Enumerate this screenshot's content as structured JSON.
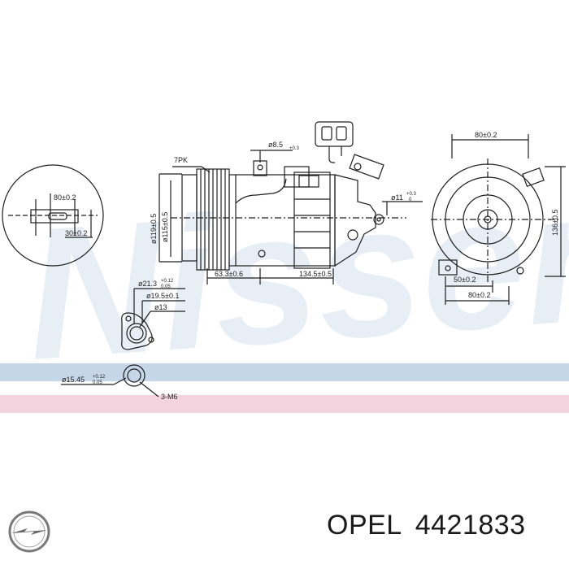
{
  "watermark": {
    "text": "Nissens"
  },
  "colors": {
    "stripe_blue": "#c5d6e8",
    "stripe_pink": "#f3d3dd",
    "line": "#1e1e1e",
    "watermark": "#d7e1ef"
  },
  "labels": {
    "pulley_type": "7PK",
    "connector_dia": "ø8.5",
    "connector_tol": "+0.3",
    "port_dia": "ø11",
    "port_tol_top": "+0.3",
    "port_tol_bot": "0",
    "pulley_outer": "ø119±0.5",
    "pulley_inner": "ø115±0.5",
    "len_a": "63.3±0.6",
    "len_b": "134.5±0.5",
    "detail_width": "80±0.2",
    "detail_height": "30±0.2",
    "front_width_top": "80±0.2",
    "front_height": "136±0.5",
    "front_bottom_a": "50±0.2",
    "front_bottom_b": "80±0.2",
    "flange_d1": "ø21.3",
    "flange_d1_tol_top": "+0.12",
    "flange_d1_tol_bot": "0.05",
    "flange_d2": "ø19.5±0.1",
    "flange_d3": "ø13",
    "flange_d4": "ø15.45",
    "flange_d4_tol_top": "+0.12",
    "flange_d4_tol_bot": "0.05",
    "thread": "3-M6"
  },
  "brand": {
    "name": "OPEL",
    "part_number": "4421833",
    "logo_icon": "opel-blitz-icon"
  }
}
